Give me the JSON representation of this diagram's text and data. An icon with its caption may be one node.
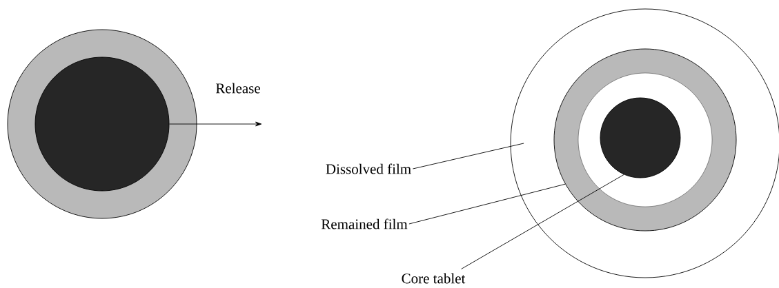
{
  "diagram": {
    "nodes": [
      {
        "text": [],
        "shape": "circle"
      },
      {
        "text": [],
        "shape": "circle",
        "in": 0
      },
      {
        "text": [],
        "shape": "circle"
      },
      {
        "text": [],
        "shape": "circle",
        "in": 2
      },
      {
        "text": [],
        "shape": "circle",
        "in": 3
      },
      {
        "text": [
          "Dissolved film"
        ]
      },
      {
        "text": [
          "Remained film"
        ]
      },
      {
        "text": [
          "Core tablet"
        ]
      }
    ],
    "edges": [
      {
        "from": 1,
        "to": null,
        "arrow": "to",
        "label": "Release"
      },
      {
        "from": 5,
        "to": 2,
        "arrow": "none"
      },
      {
        "from": 6,
        "to": 3,
        "arrow": "none"
      },
      {
        "from": 7,
        "to": 4,
        "arrow": "none"
      }
    ]
  }
}
